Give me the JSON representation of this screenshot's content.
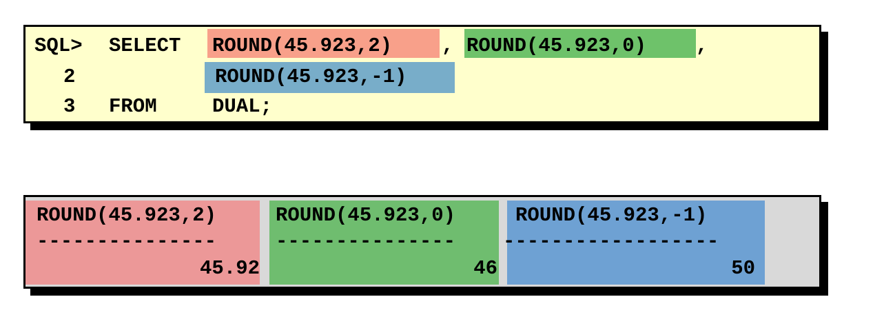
{
  "query": {
    "prompt": "SQL>",
    "line1_keyword": "SELECT",
    "expr1": "ROUND(45.923,2)",
    "comma1": ",",
    "expr2": "ROUND(45.923,0)",
    "comma2": ",",
    "line2_number": "2",
    "expr3": "ROUND(45.923,-1)",
    "line3_number": "3",
    "line3_keyword": "FROM",
    "line3_table": "DUAL;",
    "colors": {
      "background": "#ffffcc",
      "expr1_highlight": "#f8a08a",
      "expr2_highlight": "#6ec26a",
      "expr3_highlight": "#78adc9"
    }
  },
  "result": {
    "columns": [
      {
        "header": "ROUND(45.923,2)",
        "separator": "---------------",
        "value": "45.92",
        "color": "#ec9898"
      },
      {
        "header": "ROUND(45.923,0)",
        "separator": "---------------",
        "value": "46",
        "color": "#6fbd6f"
      },
      {
        "header": "ROUND(45.923,-1)",
        "separator": "------------------",
        "value": "50",
        "color": "#6ea1d3"
      }
    ],
    "background": "#d9d9d9"
  }
}
